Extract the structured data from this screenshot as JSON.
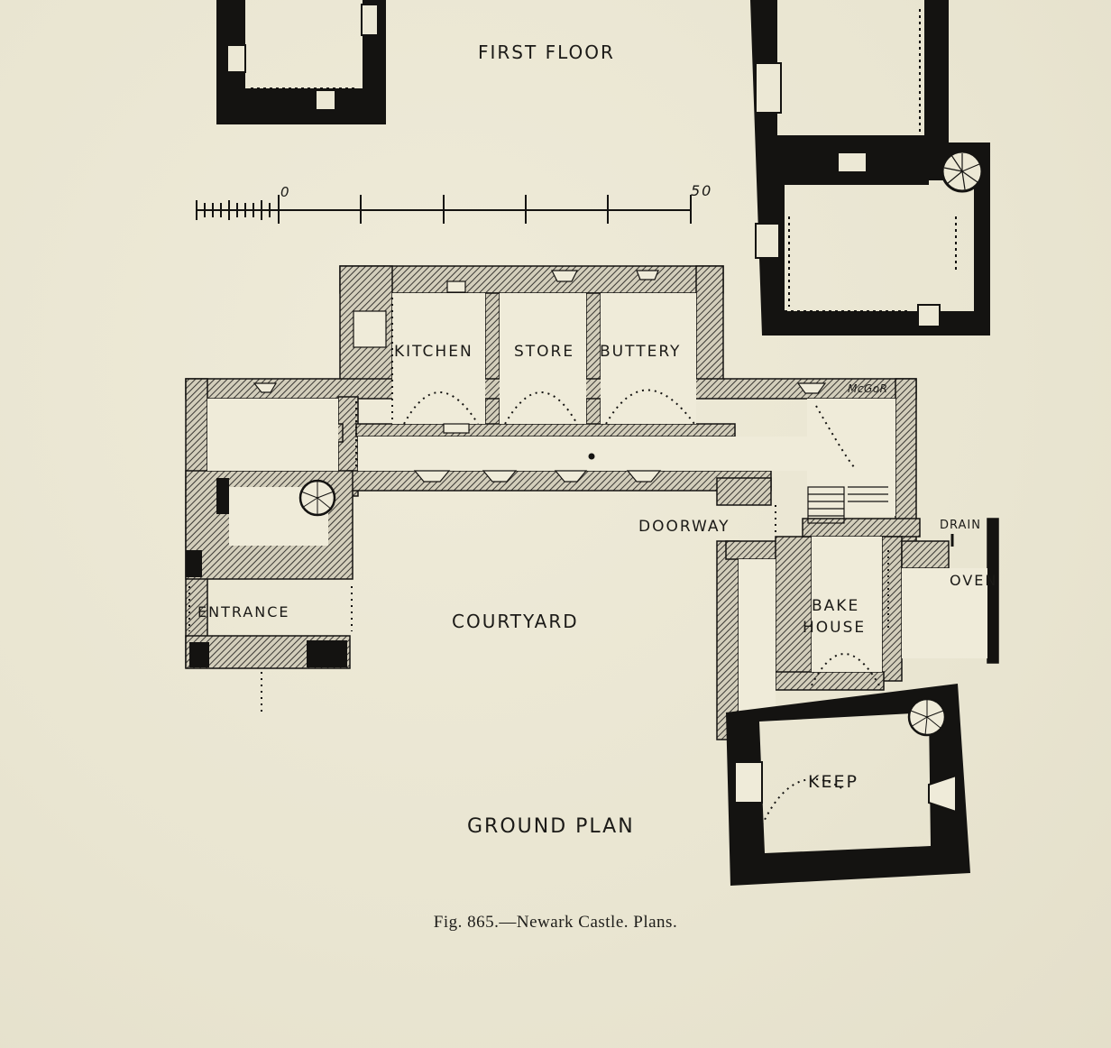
{
  "first_floor_label": "FIRST  FLOOR",
  "ground_plan_label": "GROUND PLAN",
  "scale": {
    "start": "0",
    "end": "50"
  },
  "rooms": {
    "kitchen": "KITCHEN",
    "store": "STORE",
    "buttery": "BUTTERY",
    "doorway": "DOORWAY",
    "drain": "DRAIN",
    "oven": "OVEN",
    "bake_house_line1": "BAKE",
    "bake_house_line2": "HOUSE",
    "entrance": "ENTRANCE",
    "courtyard": "COURTYARD",
    "keep": "KEEP"
  },
  "signature": "McGoR",
  "caption": "Fig. 865.—Newark Castle.   Plans.",
  "colors": {
    "ink": "#141311",
    "paper": "#ece8d5",
    "hatch": "#3a3834"
  }
}
